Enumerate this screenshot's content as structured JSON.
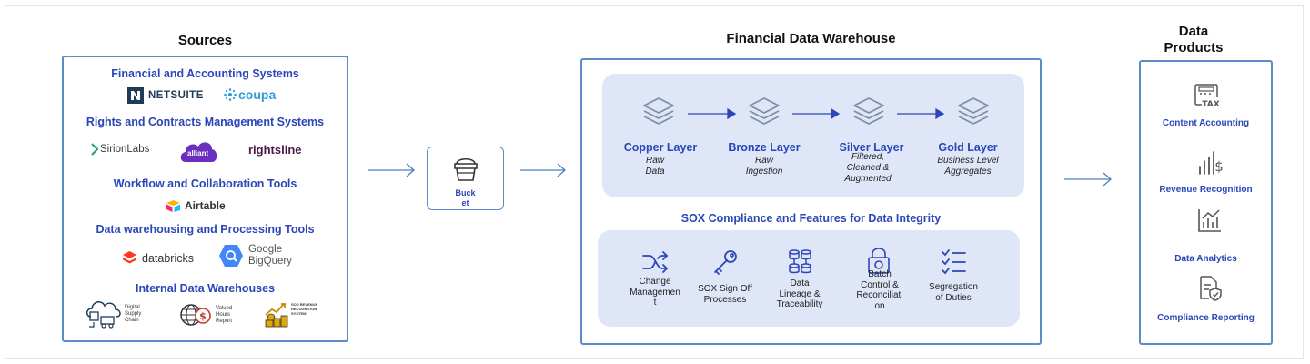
{
  "sources": {
    "heading": "Sources",
    "categories": [
      "Financial and Accounting Systems",
      "Rights and Contracts Management Systems",
      "Workflow and Collaboration Tools",
      "Data warehousing and Processing Tools",
      "Internal Data Warehouses"
    ],
    "logos": {
      "netsuite": "NETSUITE",
      "coupa": "coupa",
      "sirionlabs": "SirionLabs",
      "alliant": "alliant",
      "rightsline": "rightsline",
      "airtable": "Airtable",
      "databricks": "databricks",
      "bigquery_line1": "Google",
      "bigquery_line2": "BigQuery",
      "supply_line1": "Digital",
      "supply_line2": "Supply",
      "supply_line3": "Chain",
      "hours_line1": "Valued",
      "hours_line2": "Hours",
      "hours_line3": "Report",
      "revenue_line1": "SOD REVENUE",
      "revenue_line2": "RECOGNITION",
      "revenue_line3": "SYSTEM"
    }
  },
  "bucket": {
    "label_line1": "Buck",
    "label_line2": "et"
  },
  "warehouse": {
    "heading": "Financial Data Warehouse",
    "layers": [
      {
        "name": "Copper Layer",
        "desc_lines": [
          "Raw",
          "Data"
        ]
      },
      {
        "name": "Bronze Layer",
        "desc_lines": [
          "Raw",
          "Ingestion"
        ]
      },
      {
        "name": "Silver Layer",
        "desc_lines": [
          "Filtered,",
          "Cleaned &",
          "Augmented"
        ]
      },
      {
        "name": "Gold Layer",
        "desc_lines": [
          "Business Level",
          "Aggregates"
        ]
      }
    ],
    "sox_heading": "SOX Compliance and Features for Data Integrity",
    "features": [
      {
        "lines": [
          "Change",
          "Managemen",
          "t"
        ]
      },
      {
        "lines": [
          "SOX Sign Off",
          "Processes"
        ]
      },
      {
        "lines": [
          "Data",
          "Lineage &",
          "Traceability"
        ]
      },
      {
        "lines": [
          "Batch",
          "Control &",
          "Reconciliati",
          "on"
        ]
      },
      {
        "lines": [
          "Segregation",
          "of Duties"
        ]
      }
    ]
  },
  "products": {
    "heading_line1": "Data",
    "heading_line2": "Products",
    "items": [
      {
        "label": "Content Accounting",
        "icon_text": "TAX"
      },
      {
        "label": "Revenue Recognition"
      },
      {
        "label": "Data Analytics"
      },
      {
        "label": "Compliance Reporting"
      }
    ]
  },
  "colors": {
    "accent": "#2a46b8",
    "border": "#5b8bc9",
    "panel": "#dfe6f8",
    "arrow": "#4a7fc1"
  }
}
